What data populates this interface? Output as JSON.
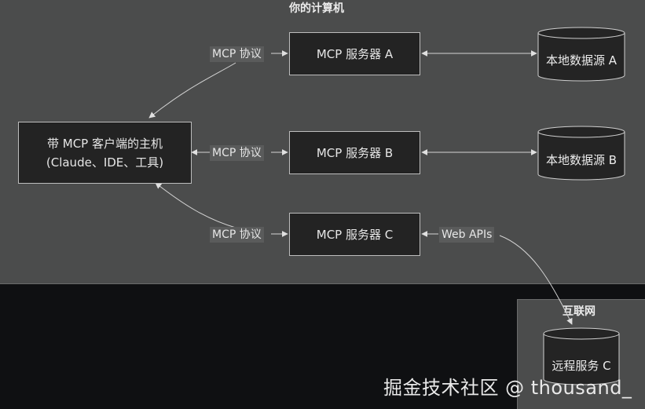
{
  "zones": {
    "local_title": "你的计算机",
    "internet_title": "互联网"
  },
  "nodes": {
    "host": [
      "带 MCP 客户端的主机",
      "(Claude、IDE、工具)"
    ],
    "server_a": "MCP 服务器 A",
    "server_b": "MCP 服务器 B",
    "server_c": "MCP 服务器 C",
    "datasource_a": "本地数据源 A",
    "datasource_b": "本地数据源 B",
    "remote_service": "远程服务 C"
  },
  "edges": {
    "host_to_a": "MCP 协议",
    "host_to_b": "MCP 协议",
    "host_to_c": "MCP 协议",
    "c_to_remote": "Web APIs"
  },
  "watermark": "掘金技术社区 @ thousand_"
}
